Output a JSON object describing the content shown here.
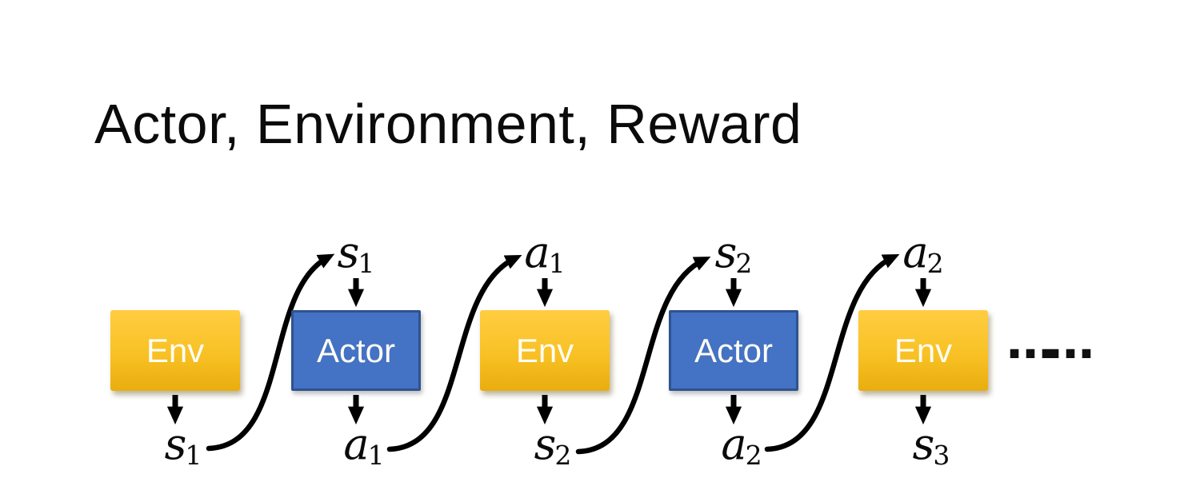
{
  "title": "Actor, Environment, Reward",
  "diagram": {
    "boxes": [
      {
        "label": "Env"
      },
      {
        "label": "Actor"
      },
      {
        "label": "Env"
      },
      {
        "label": "Actor"
      },
      {
        "label": "Env"
      }
    ],
    "top_labels": [
      {
        "main": "s",
        "sub": "1"
      },
      {
        "main": "a",
        "sub": "1"
      },
      {
        "main": "s",
        "sub": "2"
      },
      {
        "main": "a",
        "sub": "2"
      }
    ],
    "bottom_labels": [
      {
        "main": "s",
        "sub": "1"
      },
      {
        "main": "a",
        "sub": "1"
      },
      {
        "main": "s",
        "sub": "2"
      },
      {
        "main": "a",
        "sub": "2"
      },
      {
        "main": "s",
        "sub": "3"
      }
    ],
    "ellipsis": "……",
    "colors": {
      "env_top": "#FFCD41",
      "env_mid": "#F8C125",
      "env_bottom": "#E9AD0E",
      "actor_fill": "#4472C4",
      "actor_border": "#2F5391",
      "arrow": "#000000",
      "text_on_box": "#FFFDF4",
      "title_color": "#0B0B0B"
    }
  }
}
